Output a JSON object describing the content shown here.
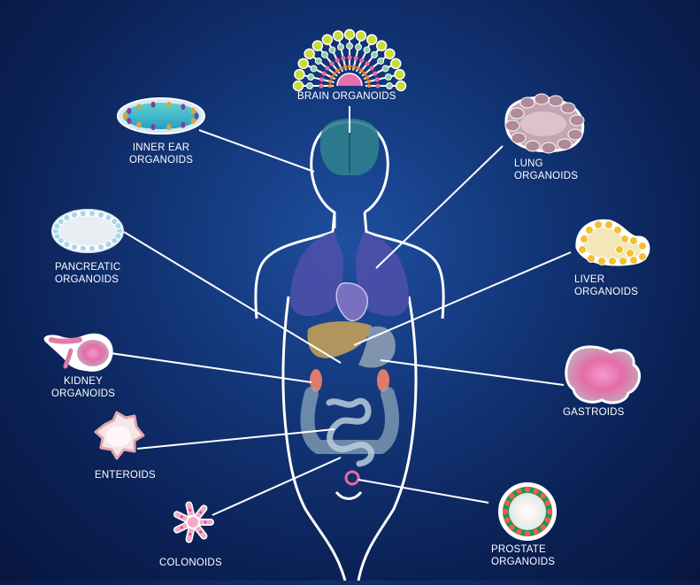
{
  "labels": {
    "brain": "BRAIN ORGANOIDS",
    "inner_ear_1": "INNER EAR",
    "inner_ear_2": "ORGANOIDS",
    "lung_1": "LUNG",
    "lung_2": "ORGANOIDS",
    "pancreatic_1": "PANCREATIC",
    "pancreatic_2": "ORGANOIDS",
    "liver_1": "LIVER",
    "liver_2": "ORGANOIDS",
    "kidney_1": "KIDNEY",
    "kidney_2": "ORGANOIDS",
    "gastroids": "GASTROIDS",
    "enteroids": "ENTEROIDS",
    "colonoids": "COLONOIDS",
    "prostate_1": "PROSTATE",
    "prostate_2": "ORGANOIDS"
  },
  "colors": {
    "background": "#0b2155",
    "line": "#ffffff",
    "brain_organ": "#2f7f8f",
    "lung_organ": "#4b4fa8",
    "liver_organ": "#b89a5a",
    "intestine_organ": "#8aa6b8"
  },
  "icons": [
    "brain-organoid-icon",
    "inner-ear-organoid-icon",
    "lung-organoid-icon",
    "pancreatic-organoid-icon",
    "liver-organoid-icon",
    "kidney-organoid-icon",
    "gastroid-icon",
    "enteroid-icon",
    "colonoid-icon",
    "prostate-organoid-icon"
  ]
}
